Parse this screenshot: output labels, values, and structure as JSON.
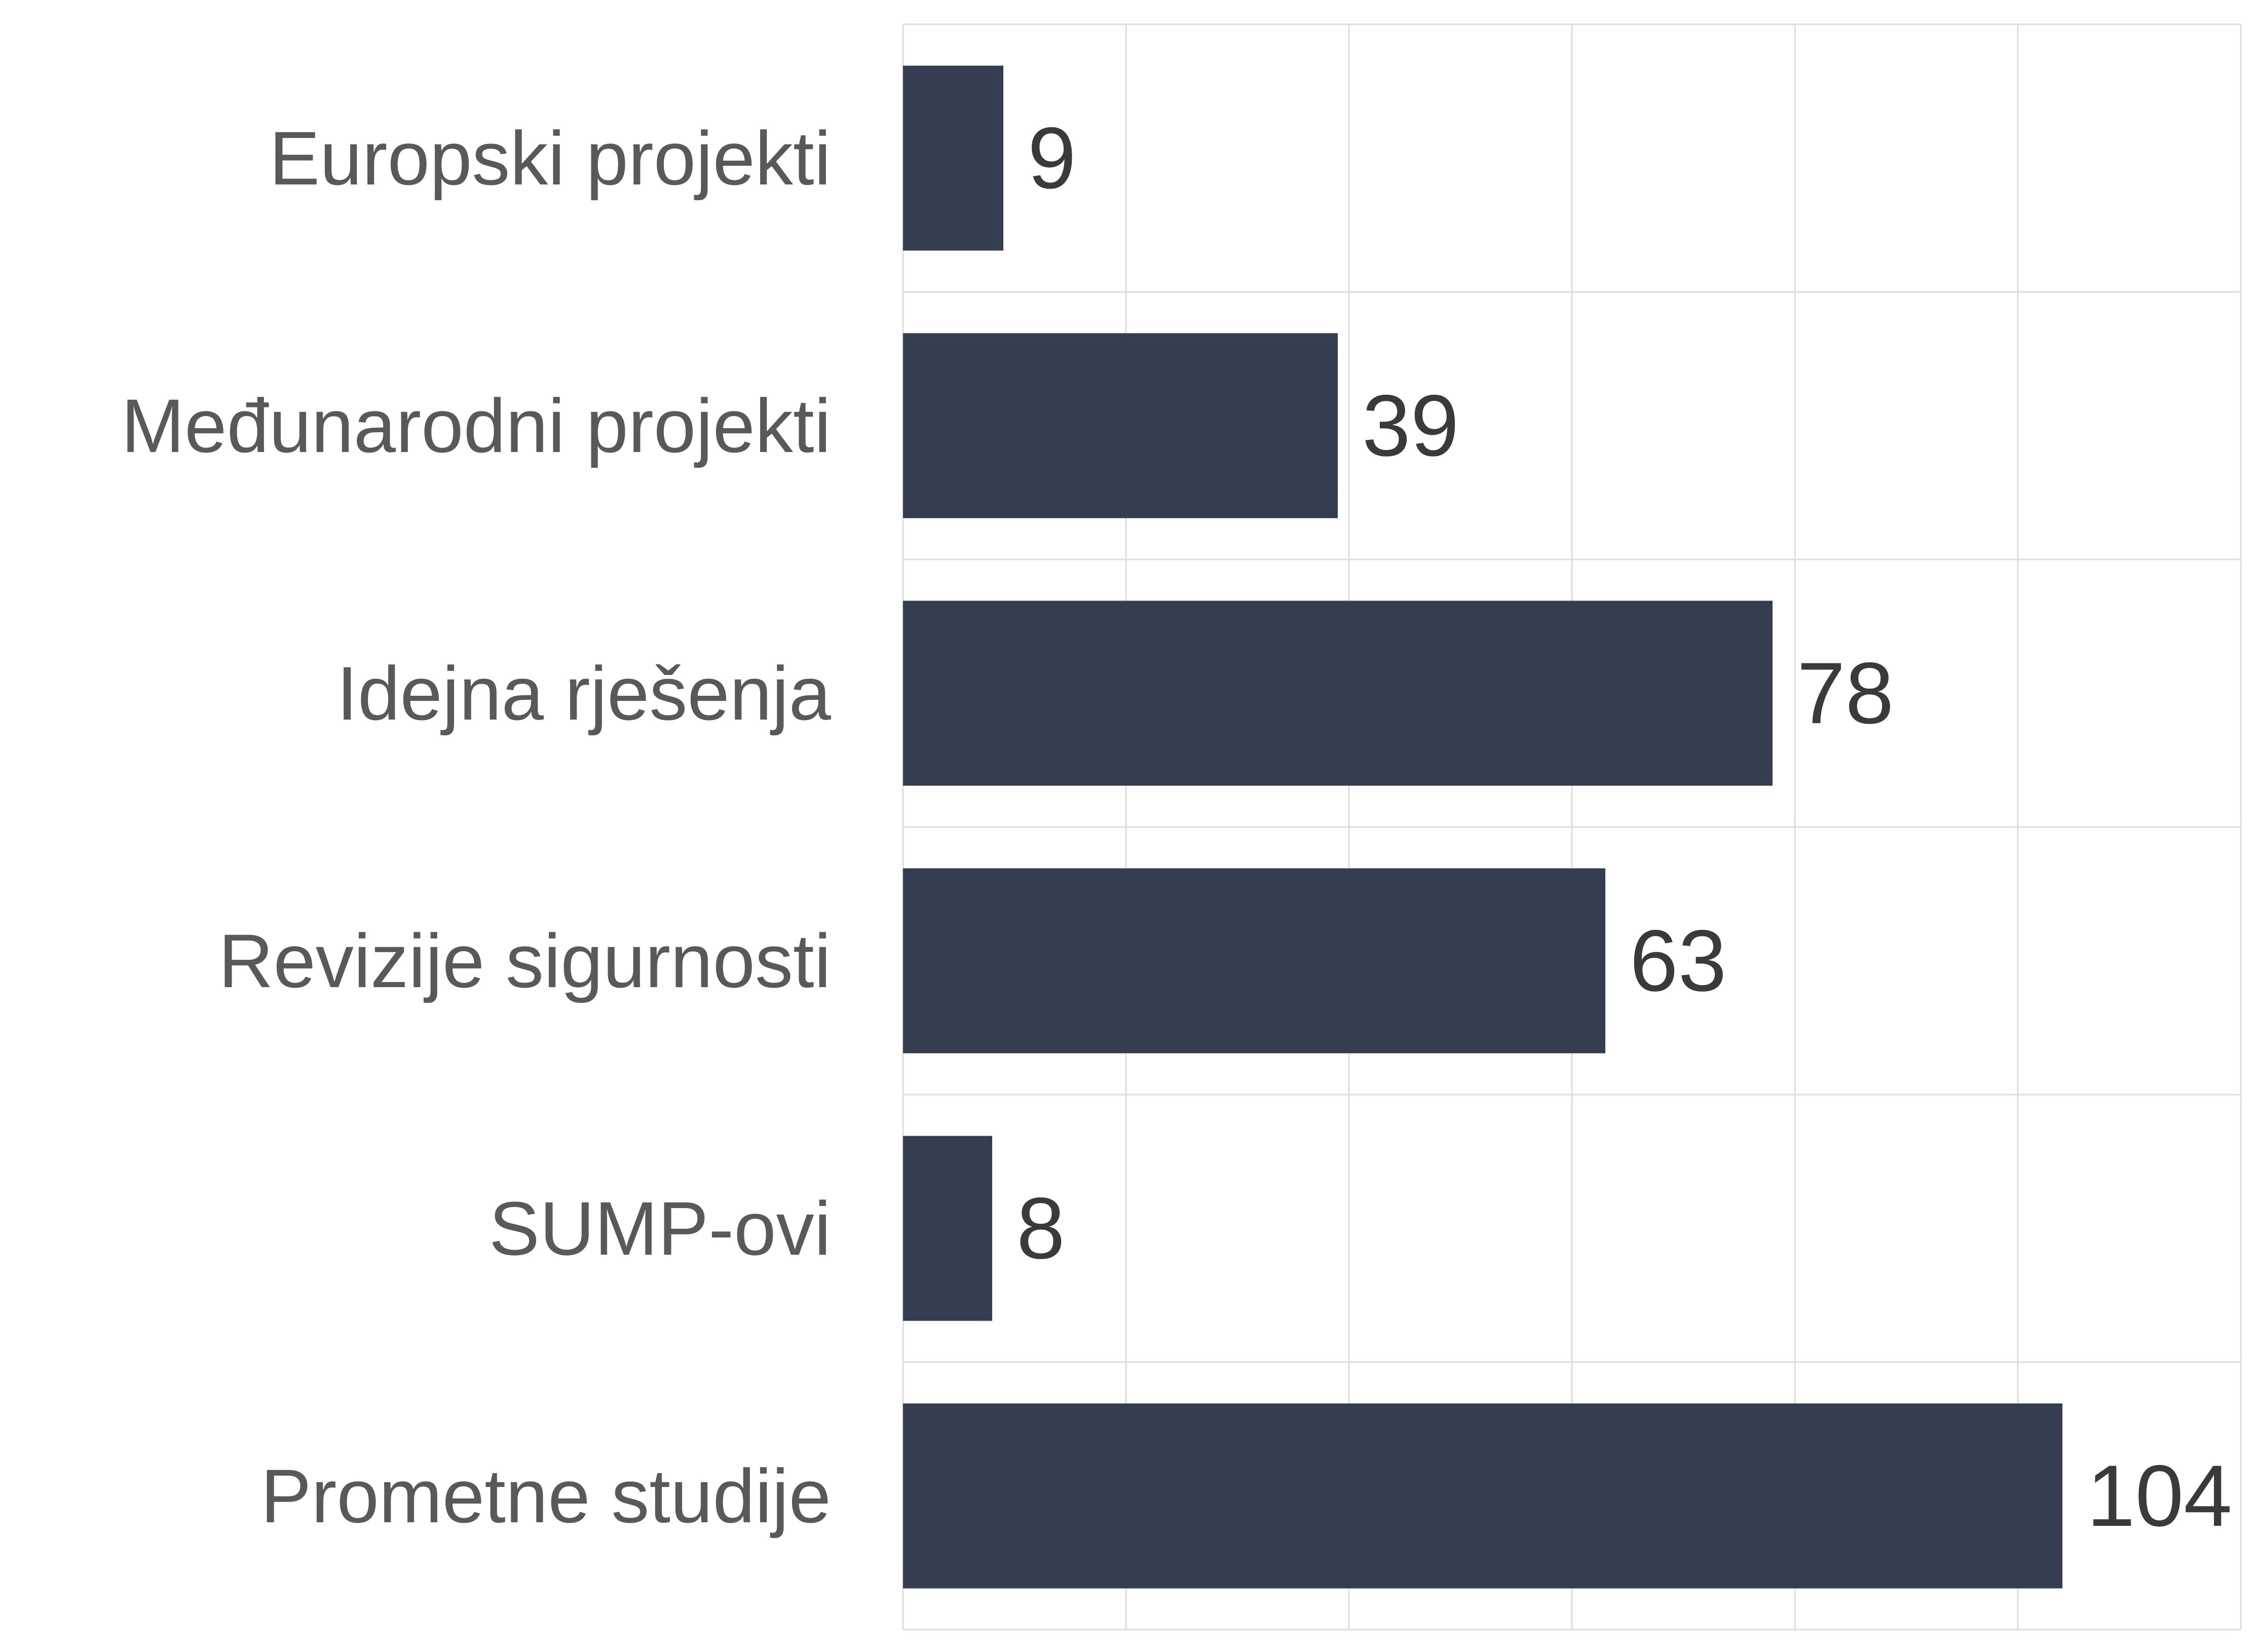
{
  "chart_data": {
    "type": "bar",
    "orientation": "horizontal",
    "categories": [
      "Europski projekti",
      "Međunarodni projekti",
      "Idejna rješenja",
      "Revizije sigurnosti",
      "SUMP-ovi",
      "Prometne studije"
    ],
    "values": [
      9,
      39,
      78,
      63,
      8,
      104
    ],
    "title": "",
    "xlabel": "",
    "ylabel": "",
    "xlim": [
      0,
      120
    ],
    "grid": true,
    "legend": "none",
    "bar_color": "#343e50",
    "grid_color": "#dddddd"
  }
}
